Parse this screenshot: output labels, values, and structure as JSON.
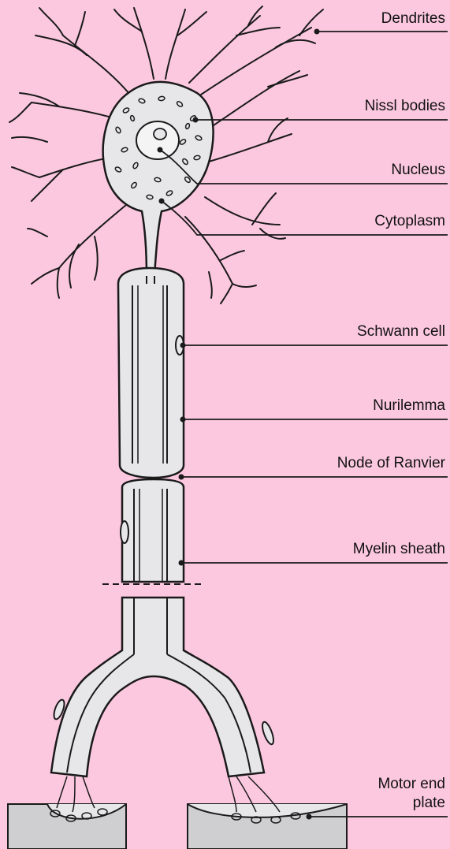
{
  "diagram": {
    "colors": {
      "background": "#fcc8e0",
      "cell_fill": "#e7e7e9",
      "outline": "#1a1a1a",
      "muscle": "#cfcfd2"
    },
    "labels": [
      {
        "id": "dendrites",
        "text": "Dendrites"
      },
      {
        "id": "nissl",
        "text": "Nissl bodies"
      },
      {
        "id": "nucleus",
        "text": "Nucleus"
      },
      {
        "id": "cytoplasm",
        "text": "Cytoplasm"
      },
      {
        "id": "schwann",
        "text": "Schwann cell"
      },
      {
        "id": "nurilemma",
        "text": "Nurilemma"
      },
      {
        "id": "node",
        "text": "Node of Ranvier"
      },
      {
        "id": "myelin",
        "text": "Myelin sheath"
      }
    ],
    "motor_end_plate": {
      "line1": "Motor end",
      "line2": "plate"
    }
  }
}
